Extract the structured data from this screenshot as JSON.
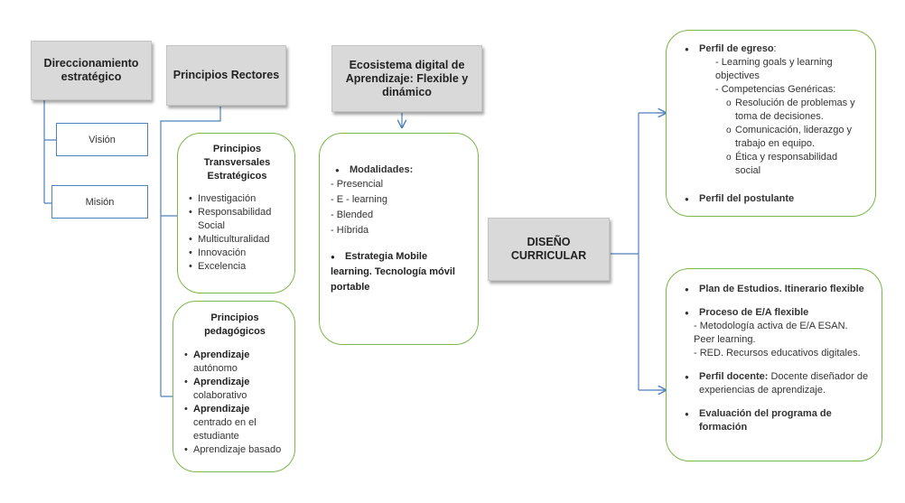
{
  "direccionamiento": {
    "title": "Direccionamiento estratégico",
    "vision": "Visión",
    "mision": "Misión"
  },
  "principios_rectores": {
    "title": "Principios Rectores",
    "estrategicos": {
      "title": "Principios Transversales Estratégicos",
      "items": [
        "Investigación",
        "Responsabilidad Social",
        "Multiculturalidad",
        "Innovación",
        "Excelencia"
      ]
    },
    "pedagogicos": {
      "title": "Principios pedagógicos",
      "items": [
        {
          "bold": "Aprendizaje",
          "rest": "autónomo"
        },
        {
          "bold": "Aprendizaje",
          "rest": "colaborativo"
        },
        {
          "bold": "Aprendizaje",
          "rest": "centrado en el estudiante"
        },
        {
          "bold": "",
          "rest": "Aprendizaje basado"
        }
      ]
    }
  },
  "ecosistema": {
    "title": "Ecosistema digital de Aprendizaje: Flexible y dinámico",
    "modalidades_label": "Modalidades:",
    "modalidades": [
      "- Presencial",
      "- E - learning",
      "- Blended",
      "- Híbrida"
    ],
    "estrategia": "Estrategia Mobile learning. Tecnología móvil portable"
  },
  "diseno": {
    "title": "DISEÑO CURRICULAR"
  },
  "perfiles": {
    "egreso_label": "Perfil de egreso",
    "egreso_colon": ":",
    "learning_goals": "- Learning goals y learning objectives",
    "competencias": "- Competencias Genéricas:",
    "sub": [
      "Resolución de problemas y toma de decisiones.",
      "Comunicación, liderazgo y trabajo en equipo.",
      "Ética y responsabilidad social"
    ],
    "postulante": "Perfil del postulante"
  },
  "plan": {
    "plan_estudios": "Plan de Estudios. Itinerario flexible",
    "proceso_label": "Proceso de E/A flexible",
    "proceso_items": [
      "- Metodología activa de E/A ESAN. Peer learning.",
      "- RED. Recursos educativos digitales."
    ],
    "docente_label": "Perfil docente:",
    "docente_text": " Docente diseñador de experiencias de aprendizaje.",
    "evaluacion": "Evaluación del programa de formación"
  },
  "colors": {
    "grey_box": "#d9d9d9",
    "blue_border": "#4f81bd",
    "green_border": "#7ab648"
  }
}
